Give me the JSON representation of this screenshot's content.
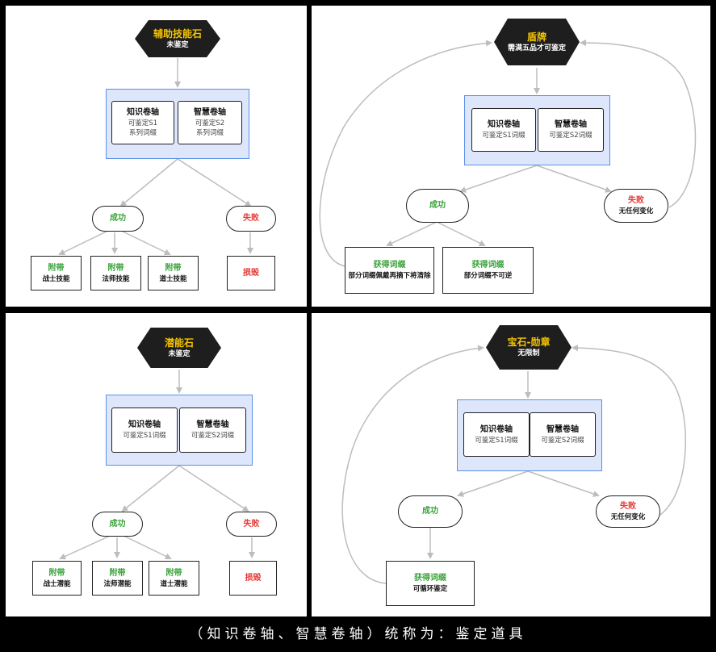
{
  "colors": {
    "success": "#3aa23a",
    "failure": "#e53935",
    "title": "#f5c400",
    "group_bg": "#dde6fb",
    "group_border": "#5b8fe6",
    "wire": "#bdbdbd"
  },
  "panels": [
    {
      "title": "辅助技能石",
      "subtitle": "未鉴定",
      "scroll_left": {
        "title": "知识卷轴",
        "line1": "可鉴定S1",
        "line2": "系列词缀"
      },
      "scroll_right": {
        "title": "智慧卷轴",
        "line1": "可鉴定S2",
        "line2": "系列词缀"
      },
      "success": "成功",
      "fail": "失败",
      "results": [
        {
          "title": "附带",
          "sub": "战士技能"
        },
        {
          "title": "附带",
          "sub": "法师技能"
        },
        {
          "title": "附带",
          "sub": "道士技能"
        }
      ],
      "destroy": "损毁"
    },
    {
      "title": "盾牌",
      "subtitle": "需满五品才可鉴定",
      "scroll_left": {
        "title": "知识卷轴",
        "line1": "可鉴定S1词缀"
      },
      "scroll_right": {
        "title": "智慧卷轴",
        "line1": "可鉴定S2词缀"
      },
      "success": "成功",
      "fail": "失败",
      "fail_sub": "无任何变化",
      "results": [
        {
          "title": "获得词缀",
          "sub": "部分词缀佩戴再摘下将清除"
        },
        {
          "title": "获得词缀",
          "sub": "部分词缀不可逆"
        }
      ]
    },
    {
      "title": "潜能石",
      "subtitle": "未鉴定",
      "scroll_left": {
        "title": "知识卷轴",
        "line1": "可鉴定S1词缀"
      },
      "scroll_right": {
        "title": "智慧卷轴",
        "line1": "可鉴定S2词缀"
      },
      "success": "成功",
      "fail": "失败",
      "results": [
        {
          "title": "附带",
          "sub": "战士潜能"
        },
        {
          "title": "附带",
          "sub": "法师潜能"
        },
        {
          "title": "附带",
          "sub": "道士潜能"
        }
      ],
      "destroy": "损毁"
    },
    {
      "title": "宝石-勋章",
      "subtitle": "无限制",
      "scroll_left": {
        "title": "知识卷轴",
        "line1": "可鉴定S1词缀"
      },
      "scroll_right": {
        "title": "智慧卷轴",
        "line1": "可鉴定S2词缀"
      },
      "success": "成功",
      "fail": "失败",
      "fail_sub": "无任何变化",
      "results": [
        {
          "title": "获得词缀",
          "sub": "可循环鉴定"
        }
      ]
    }
  ],
  "caption": "（知识卷轴、智慧卷轴）统称为：鉴定道具"
}
